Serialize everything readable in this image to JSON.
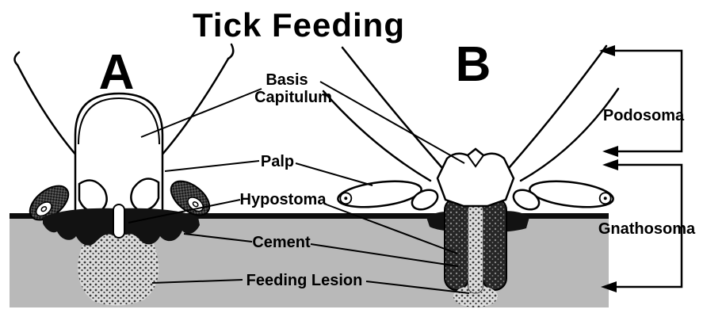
{
  "title": "Tick Feeding",
  "panels": {
    "a_label": "A",
    "b_label": "B"
  },
  "labels": {
    "basis_line1": "Basis",
    "basis_line2": "Capitulum",
    "palp": "Palp",
    "hypostoma": "Hypostoma",
    "cement": "Cement",
    "feeding_lesion": "Feeding Lesion"
  },
  "regions": {
    "podosoma": "Podosoma",
    "gnathosoma": "Gnathosoma"
  },
  "colors": {
    "ink": "#000000",
    "skin_gray": "#b9b9b9",
    "surface_dark": "#0d0d0d",
    "background": "#ffffff"
  }
}
